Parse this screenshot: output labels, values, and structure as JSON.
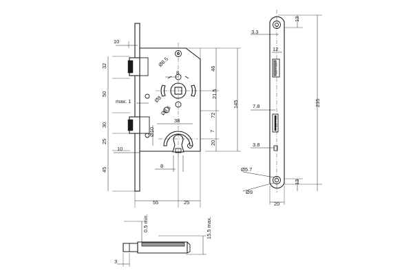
{
  "front_view": {
    "width_left": "55",
    "width_right": "25",
    "height_total": "145",
    "height_upper": "46",
    "height_spindle": "21.5",
    "height_mid": "72",
    "height_keyhole": "7",
    "height_bottom": "20",
    "latch_left": "10",
    "latch_height": "32",
    "bolt_gap": "50",
    "bolt_offset": "max. 1",
    "bolt_height": "30",
    "bolt_lower": "25",
    "bolt_lower_width": "10",
    "faceplate_bottom": "45",
    "bore_dia": "Ø8.5",
    "spindle_square": "8",
    "spindle_dia_small": "Ø8",
    "spindle_dia_lower": "Ø8.5",
    "keyhole_width": "38",
    "keyhole_dia": "Ø10",
    "keyhole_slot": "8"
  },
  "side_view": {
    "top_hole": "13",
    "offset_top": "3.3",
    "latch_depth": "12",
    "bolt_depth": "7.8",
    "lower_depth": "3.8",
    "hole_small": "Ø5.7",
    "hole_large": "Ø9",
    "bottom_hole": "13",
    "width": "20",
    "height_total": "235"
  },
  "bottom_view": {
    "gap_min": "0.5 min.",
    "thickness_max": "15.5 max.",
    "offset": "3"
  }
}
